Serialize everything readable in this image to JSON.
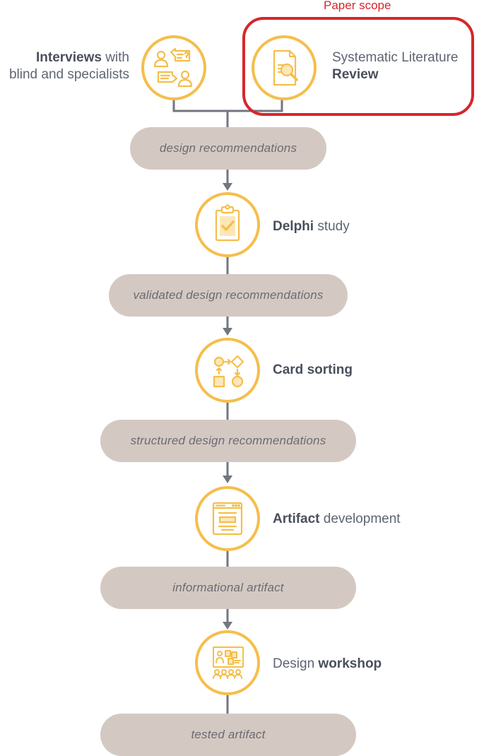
{
  "scope_label": "Paper scope",
  "interviews": {
    "bold": "Interviews",
    "rest": " with",
    "line2": "blind and specialists"
  },
  "slr": {
    "line1": "Systematic Literature",
    "bold": "Review"
  },
  "delphi": {
    "bold": "Delphi",
    "rest": " study"
  },
  "card_sorting": {
    "bold": "Card sorting"
  },
  "artifact": {
    "bold": "Artifact",
    "rest": " development"
  },
  "workshop": {
    "pre": "Design ",
    "bold": "workshop"
  },
  "outputs": {
    "design_recommendations": "design recommendations",
    "validated": "validated design recommendations",
    "structured": "structured design recommendations",
    "informational": "informational artifact",
    "tested": "tested artifact"
  },
  "icons": {
    "interviews": "interview-speech-bubbles-icon",
    "slr": "document-magnifier-icon",
    "delphi": "clipboard-checkmark-icon",
    "card_sorting": "card-sorting-flow-icon",
    "artifact": "web-page-layout-icon",
    "workshop": "presentation-audience-icon"
  },
  "colors": {
    "accent": "#f5be4b",
    "scope": "#d7262b",
    "pill": "#d4c9c2",
    "connector": "#727680"
  }
}
